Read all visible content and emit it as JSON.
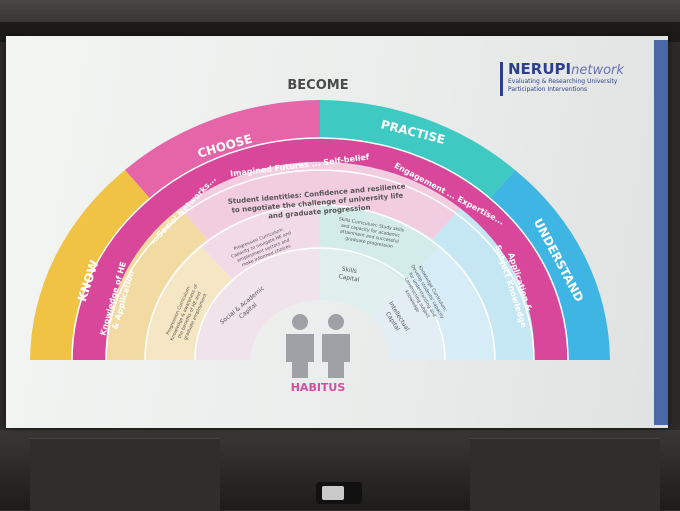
{
  "logo": {
    "name": "NERUPI",
    "name_suffix": "network",
    "tagline_1": "Evaluating & Researching University",
    "tagline_2": "Participation Interventions"
  },
  "diagram": {
    "top_label": "BECOME",
    "bottom_label": "HABITUS",
    "outer": {
      "know": "KNOW",
      "choose": "CHOOSE",
      "practise": "PRACTISE",
      "understand": "UNDERSTAND"
    },
    "second": {
      "left_1": "Knowledge of HE",
      "left_2": "& Application",
      "top_left": "...Social Networks...",
      "top": "Imagined Futures ... Self-belief",
      "top_right": "Engagement ... Expertise...",
      "right_1": "Application &",
      "right_2": "Subject Knowledge"
    },
    "third": {
      "top_1": "Student identities: Confidence and resilience",
      "top_2": "to negotiate the challenge of university life",
      "top_3": "and graduate progression"
    },
    "curriculum": {
      "left_1": "Progression Curriculum:",
      "left_2": "Knowledge & awareness of",
      "left_3": "the benefits of HE and",
      "left_4": "graduate employment",
      "mid_1": "Progression Curriculum:",
      "mid_2": "Capacity to navigate HE and",
      "mid_3": "employment sectors and",
      "mid_4": "make informed choices",
      "skills_1": "Skills Curriculum: Study skills",
      "skills_2": "and capacity for academic",
      "skills_3": "attainment and successful",
      "skills_4": "graduate progression",
      "right_1": "Knowledge Curriculum:",
      "right_2": "Develop students' capacity",
      "right_3": "for understanding and",
      "right_4": "constructing subject",
      "right_5": "knowledge"
    },
    "capital": {
      "social_1": "Social & Academic",
      "social_2": "Capital",
      "skills_1": "Skills",
      "skills_2": "Capital",
      "intellectual_1": "Intellectual",
      "intellectual_2": "Capital"
    }
  }
}
